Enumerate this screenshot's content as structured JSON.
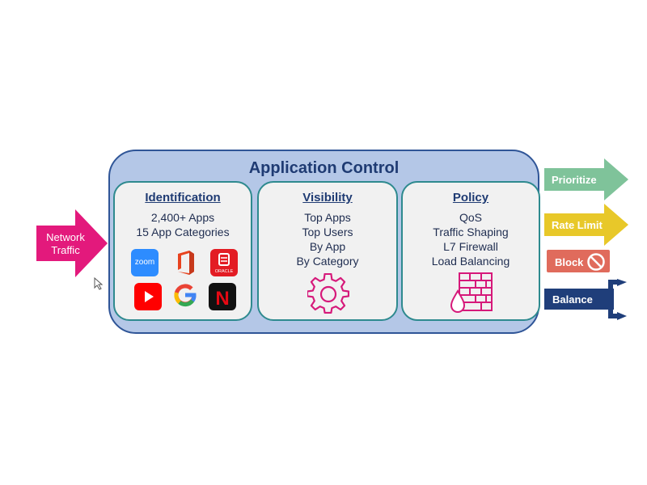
{
  "input": {
    "label_line1": "Network",
    "label_line2": "Traffic"
  },
  "title": "Application Control",
  "panels": [
    {
      "title": "Identification",
      "lines": [
        "2,400+ Apps",
        "15 App Categories"
      ]
    },
    {
      "title": "Visibility",
      "lines": [
        "Top Apps",
        "Top Users",
        "By App",
        "By Category"
      ]
    },
    {
      "title": "Policy",
      "lines": [
        "QoS",
        "Traffic Shaping",
        "L7 Firewall",
        "Load Balancing"
      ]
    }
  ],
  "logos": {
    "zoom_text": "zoom",
    "oracle_text": "ORACLE",
    "google_text": "G",
    "netflix_text": "N"
  },
  "outputs": [
    "Prioritize",
    "Rate Limit",
    "Block",
    "Balance"
  ],
  "colors": {
    "input": "#e3197c",
    "container": "#b4c7e7",
    "container_border": "#2f5597",
    "panel_border": "#2e8a8f",
    "prioritize": "#7fc39a",
    "rate_limit": "#e8c829",
    "block": "#e06b5c",
    "balance": "#1f3e7a",
    "icon_magenta": "#d6197a"
  }
}
